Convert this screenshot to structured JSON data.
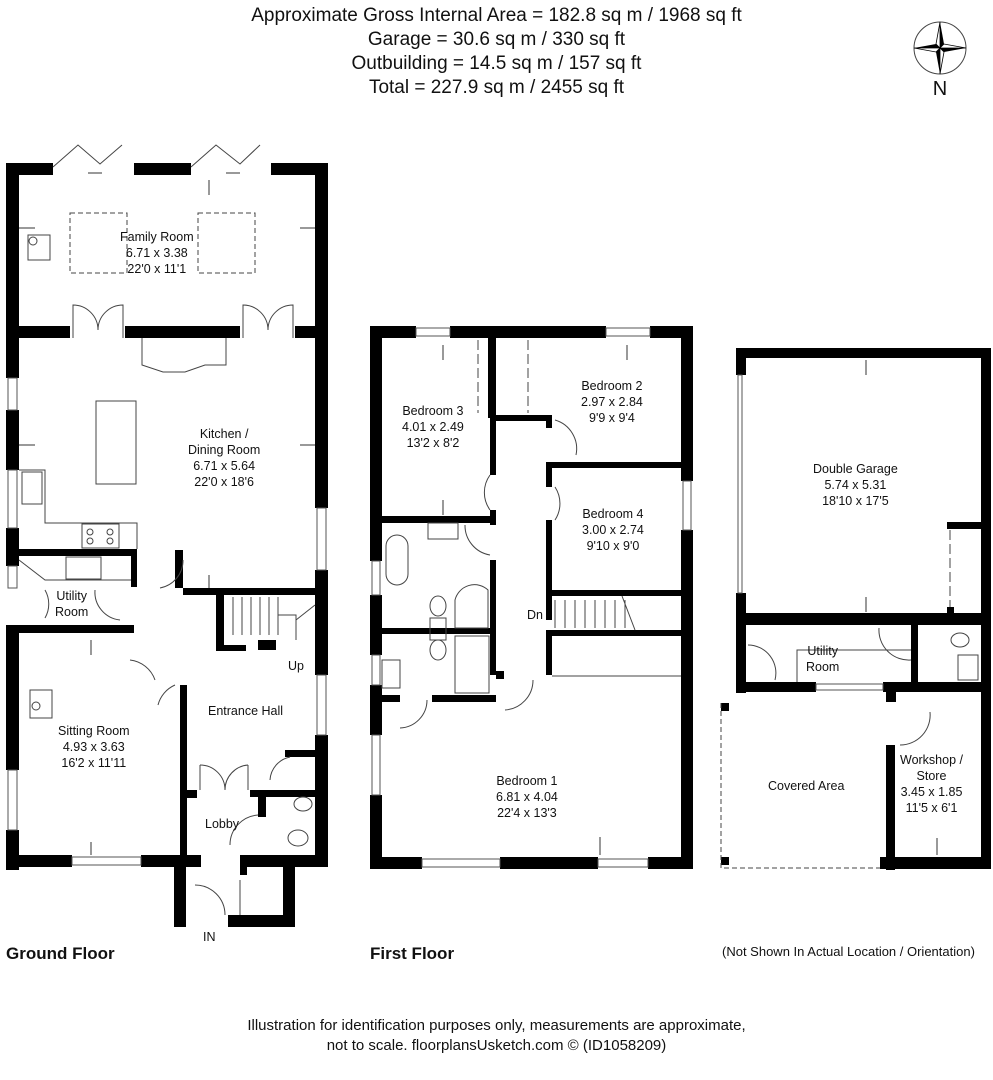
{
  "header": {
    "area_lines": [
      "Approximate Gross Internal Area = 182.8 sq m / 1968 sq ft",
      "Garage = 30.6 sq m / 330 sq ft",
      "Outbuilding = 14.5 sq m / 157 sq ft",
      "Total = 227.9 sq m / 2455 sq ft"
    ]
  },
  "compass": {
    "label": "N"
  },
  "ground_floor": {
    "label": "Ground Floor",
    "rooms": {
      "family_room": {
        "name": "Family Room",
        "metric": "6.71 x 3.38",
        "imperial": "22'0 x 11'1"
      },
      "kitchen": {
        "name": "Kitchen /",
        "name2": "Dining Room",
        "metric": "6.71 x 5.64",
        "imperial": "22'0 x 18'6"
      },
      "utility": {
        "name": "Utility",
        "name2": "Room"
      },
      "sitting_room": {
        "name": "Sitting Room",
        "metric": "4.93 x 3.63",
        "imperial": "16'2 x 11'11"
      },
      "entrance_hall": {
        "name": "Entrance Hall"
      },
      "lobby": {
        "name": "Lobby"
      }
    },
    "stairs_label": "Up",
    "entry_label": "IN"
  },
  "first_floor": {
    "label": "First Floor",
    "rooms": {
      "bedroom3": {
        "name": "Bedroom 3",
        "metric": "4.01 x 2.49",
        "imperial": "13'2 x 8'2"
      },
      "bedroom2": {
        "name": "Bedroom 2",
        "metric": "2.97 x 2.84",
        "imperial": "9'9 x 9'4"
      },
      "bedroom4": {
        "name": "Bedroom 4",
        "metric": "3.00 x 2.74",
        "imperial": "9'10 x 9'0"
      },
      "bedroom1": {
        "name": "Bedroom 1",
        "metric": "6.81 x 4.04",
        "imperial": "22'4 x 13'3"
      }
    },
    "stairs_label": "Dn"
  },
  "outbuilding": {
    "rooms": {
      "garage": {
        "name": "Double Garage",
        "metric": "5.74 x 5.31",
        "imperial": "18'10 x 17'5"
      },
      "utility": {
        "name": "Utility",
        "name2": "Room"
      },
      "covered": {
        "name": "Covered Area"
      },
      "workshop": {
        "name": "Workshop /",
        "name2": "Store",
        "metric": "3.45 x 1.85",
        "imperial": "11'5 x 6'1"
      }
    },
    "note": "(Not Shown In Actual Location / Orientation)"
  },
  "footer": {
    "line1": "Illustration for identification purposes only, measurements are approximate,",
    "line2": "not to scale. floorplansUsketch.com © (ID1058209)"
  }
}
